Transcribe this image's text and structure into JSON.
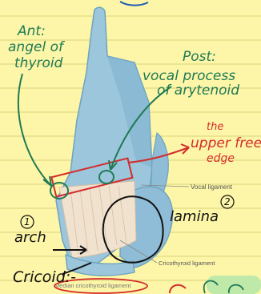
{
  "annotations": {
    "ant_line1": "Ant:",
    "ant_line2": "angel of",
    "ant_line3": "thyroid",
    "post_line1": "Post:",
    "post_line2": "vocal process",
    "post_line3": "of arytenoid",
    "free_edge_line1": "the",
    "free_edge_line2": "upper free",
    "free_edge_line3": "edge",
    "lamina": "lamina",
    "lamina_num": "2",
    "arch": "arch",
    "arch_num": "1",
    "cricoid": "Cricoid:-"
  },
  "figure_labels": {
    "vocal_ligament": "Vocal ligament",
    "cricothyroid_ligament": "Cricothyroid ligament",
    "median_cricothyroid_ligament": "Median cricothyroid ligament"
  },
  "colors": {
    "page_background": "#fdf6a8",
    "rule_line": "#d9d27a",
    "cartilage": "#9bc6dc",
    "cartilage_dark": "#6fa3bf",
    "ligament": "#f1e2cf",
    "green_ink": "#1f7a55",
    "red_ink": "#d42b2b",
    "black_ink": "#111111",
    "highlight_green": "#bfe9a8"
  }
}
